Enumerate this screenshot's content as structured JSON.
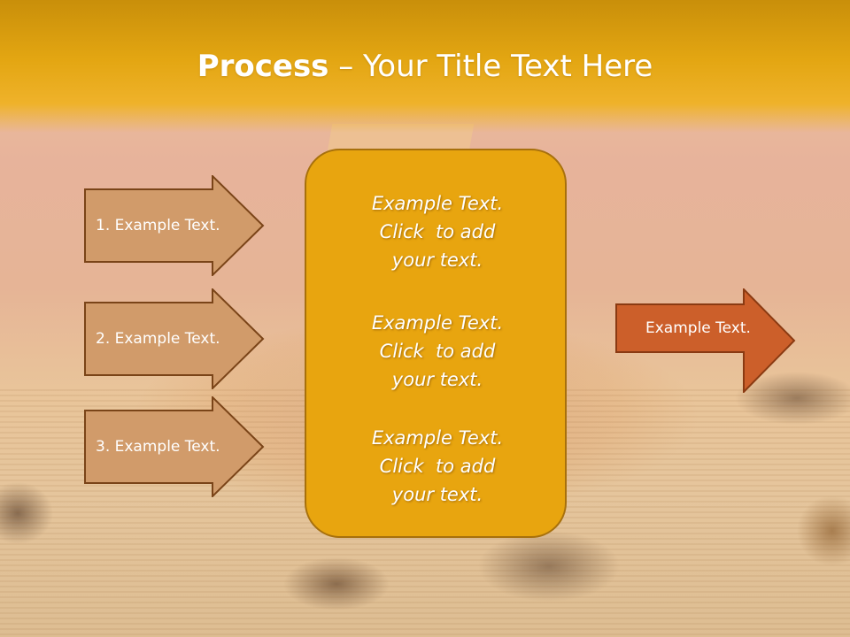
{
  "title": {
    "bold": "Process",
    "rest": " – Your Title Text Here"
  },
  "left_arrows": [
    {
      "label": "1. Example Text."
    },
    {
      "label": "2. Example Text."
    },
    {
      "label": "3. Example Text."
    }
  ],
  "center_box": {
    "groups": [
      {
        "lines": [
          "Example Text.",
          "Click  to add",
          "your text."
        ]
      },
      {
        "lines": [
          "Example Text.",
          "Click  to add",
          "your text."
        ]
      },
      {
        "lines": [
          "Example Text.",
          "Click  to add",
          "your text."
        ]
      }
    ]
  },
  "right_arrow": {
    "label": "Example Text."
  },
  "colors": {
    "header": "#e3a612",
    "center_box": "#e8a50f",
    "left_arrow_fill": "#d19b6a",
    "left_arrow_stroke": "#7a4418",
    "right_arrow_fill": "#cc5f2a",
    "right_arrow_stroke": "#8a3a12"
  }
}
